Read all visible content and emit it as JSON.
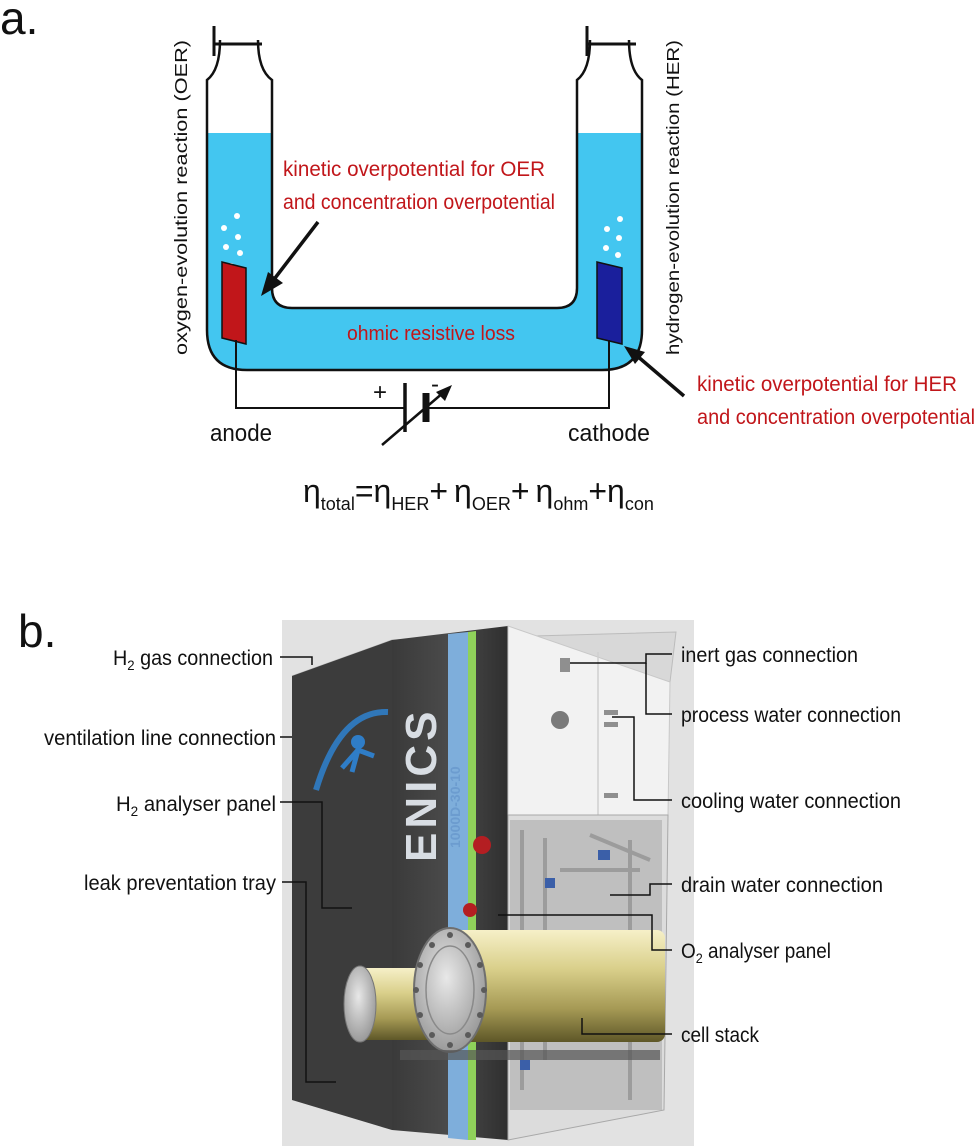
{
  "panel_a": {
    "label": "a.",
    "left_side_label": "oxygen-evolution reaction (OER)",
    "right_side_label": "hydrogen-evolution reaction (HER)",
    "oer_annotation": [
      "kinetic overpotential for OER",
      "and concentration overpotential"
    ],
    "middle_label": "ohmic resistive loss",
    "her_annotation": [
      "kinetic overpotential for HER",
      "and concentration overpotential"
    ],
    "anode_label": "anode",
    "cathode_label": "cathode",
    "plus_sign": "+",
    "minus_sign": "-",
    "equation": {
      "eta": "η",
      "equals": "=",
      "plus": "+",
      "sub_total": "total",
      "sub_her": "HER",
      "sub_oer": "OER",
      "sub_ohm": "ohm",
      "sub_con": "con"
    },
    "colors": {
      "electrolyte": "#43c6f0",
      "anode": "#c1161a",
      "cathode": "#1a1f9c",
      "annotation_text": "#c1161a",
      "outline": "#111111"
    }
  },
  "panel_b": {
    "label": "b.",
    "left_labels": [
      {
        "pre": "H",
        "sub": "2",
        "post": " gas connection"
      },
      {
        "pre": "ventilation line connection",
        "sub": "",
        "post": ""
      },
      {
        "pre": "H",
        "sub": "2",
        "post": " analyser panel"
      },
      {
        "pre": "leak preventation tray",
        "sub": "",
        "post": ""
      }
    ],
    "right_labels": [
      {
        "pre": "inert gas connection",
        "sub": "",
        "post": ""
      },
      {
        "pre": "process water connection",
        "sub": "",
        "post": ""
      },
      {
        "pre": "cooling water connection",
        "sub": "",
        "post": ""
      },
      {
        "pre": "drain water connection",
        "sub": "",
        "post": ""
      },
      {
        "pre": "O",
        "sub": "2",
        "post": " analyser panel"
      },
      {
        "pre": "cell stack",
        "sub": "",
        "post": ""
      }
    ],
    "device_brand": "ENICS",
    "device_model": "1000D-30-10"
  }
}
